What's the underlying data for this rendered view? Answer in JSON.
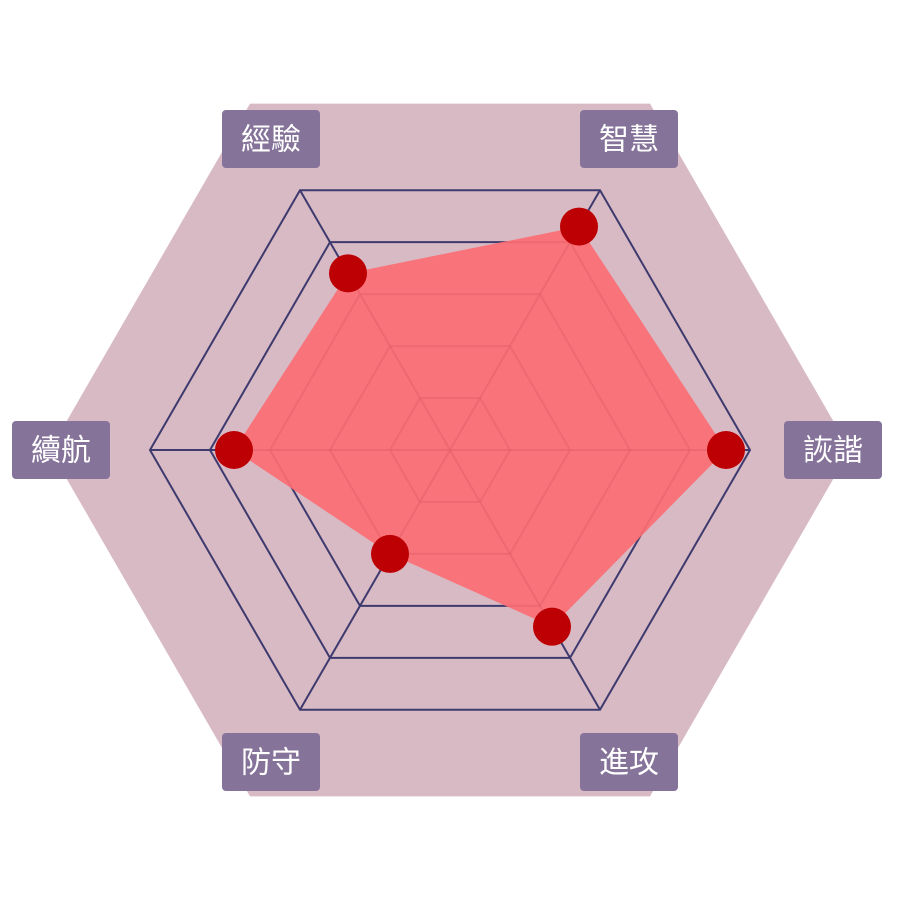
{
  "chart_data": {
    "type": "radar",
    "axes": [
      "智慧",
      "詼諧",
      "進攻",
      "防守",
      "續航",
      "經驗"
    ],
    "values": [
      86,
      92,
      68,
      40,
      72,
      68
    ],
    "max": 100,
    "rings": 5,
    "grid": true,
    "colors": {
      "background_hex": "#d8bac5",
      "grid_line": "#3e3a6e",
      "area_fill": "#f8747a",
      "area_line": "#e6606a",
      "point": "#bd0003",
      "label_box": "#85739a",
      "label_text": "#ffffff"
    }
  }
}
